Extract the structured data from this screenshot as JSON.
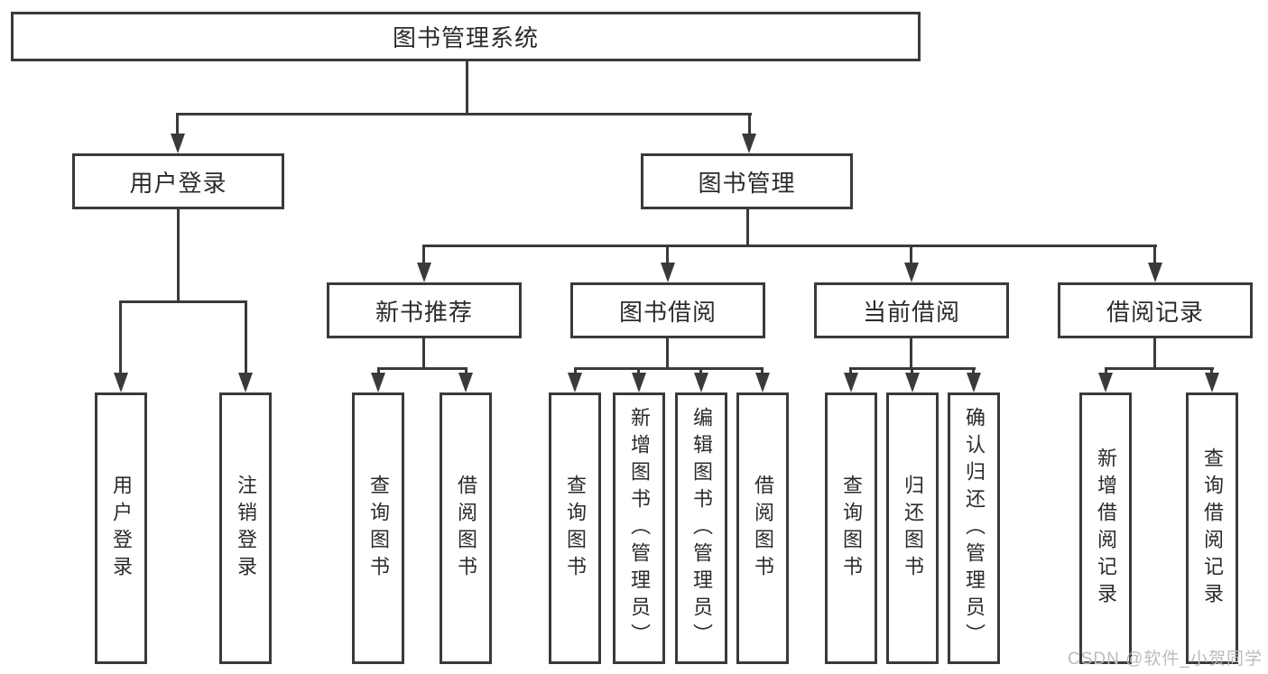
{
  "meta": {
    "watermark": "CSDN @软件_小贺同学",
    "colors": {
      "line": "#3a3a3a",
      "text": "#2b2b2b",
      "watermark": "#b9bcbf",
      "background": "#ffffff"
    }
  },
  "tree": {
    "label": "图书管理系统",
    "children": [
      {
        "label": "用户登录",
        "children": [
          {
            "label": "用户登录"
          },
          {
            "label": "注销登录"
          }
        ]
      },
      {
        "label": "图书管理",
        "children": [
          {
            "label": "新书推荐",
            "children": [
              {
                "label": "查询图书"
              },
              {
                "label": "借阅图书"
              }
            ]
          },
          {
            "label": "图书借阅",
            "children": [
              {
                "label": "查询图书"
              },
              {
                "label": "新增图书（管理员）"
              },
              {
                "label": "编辑图书（管理员）"
              },
              {
                "label": "借阅图书"
              }
            ]
          },
          {
            "label": "当前借阅",
            "children": [
              {
                "label": "查询图书"
              },
              {
                "label": "归还图书"
              },
              {
                "label": "确认归还（管理员）"
              }
            ]
          },
          {
            "label": "借阅记录",
            "children": [
              {
                "label": "新增借阅记录"
              },
              {
                "label": "查询借阅记录"
              }
            ]
          }
        ]
      }
    ]
  }
}
